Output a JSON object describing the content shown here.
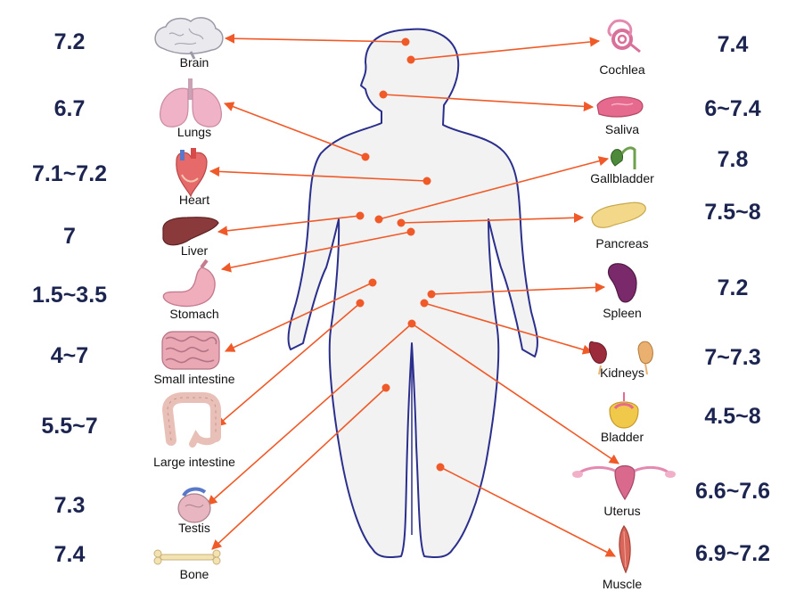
{
  "colors": {
    "body_fill": "#f2f2f2",
    "body_outline": "#2b2f8c",
    "arrow": "#f05a28",
    "value_text": "#1c2550"
  },
  "organs": [
    {
      "id": "brain",
      "label": "Brain",
      "ph": "7.2",
      "side": "left",
      "icon": "brain-icon"
    },
    {
      "id": "lungs",
      "label": "Lungs",
      "ph": "6.7",
      "side": "left",
      "icon": "lungs-icon"
    },
    {
      "id": "heart",
      "label": "Heart",
      "ph": "7.1~7.2",
      "side": "left",
      "icon": "heart-icon"
    },
    {
      "id": "liver",
      "label": "Liver",
      "ph": "7",
      "side": "left",
      "icon": "liver-icon"
    },
    {
      "id": "stomach",
      "label": "Stomach",
      "ph": "1.5~3.5",
      "side": "left",
      "icon": "stomach-icon"
    },
    {
      "id": "small-intestine",
      "label": "Small intestine",
      "ph": "4~7",
      "side": "left",
      "icon": "small-intestine-icon"
    },
    {
      "id": "large-intestine",
      "label": "Large intestine",
      "ph": "5.5~7",
      "side": "left",
      "icon": "large-intestine-icon"
    },
    {
      "id": "testis",
      "label": "Testis",
      "ph": "7.3",
      "side": "left",
      "icon": "testis-icon"
    },
    {
      "id": "bone",
      "label": "Bone",
      "ph": "7.4",
      "side": "left",
      "icon": "bone-icon"
    },
    {
      "id": "cochlea",
      "label": "Cochlea",
      "ph": "7.4",
      "side": "right",
      "icon": "cochlea-icon"
    },
    {
      "id": "saliva",
      "label": "Saliva",
      "ph": "6~7.4",
      "side": "right",
      "icon": "saliva-icon"
    },
    {
      "id": "gallbladder",
      "label": "Gallbladder",
      "ph": "7.8",
      "side": "right",
      "icon": "gallbladder-icon"
    },
    {
      "id": "pancreas",
      "label": "Pancreas",
      "ph": "7.5~8",
      "side": "right",
      "icon": "pancreas-icon"
    },
    {
      "id": "spleen",
      "label": "Spleen",
      "ph": "7.2",
      "side": "right",
      "icon": "spleen-icon"
    },
    {
      "id": "kidneys",
      "label": "Kidneys",
      "ph": "7~7.3",
      "side": "right",
      "icon": "kidneys-icon"
    },
    {
      "id": "bladder",
      "label": "Bladder",
      "ph": "4.5~8",
      "side": "right",
      "icon": "bladder-icon"
    },
    {
      "id": "uterus",
      "label": "Uterus",
      "ph": "6.6~7.6",
      "side": "right",
      "icon": "uterus-icon"
    },
    {
      "id": "muscle",
      "label": "Muscle",
      "ph": "6.9~7.2",
      "side": "right",
      "icon": "muscle-icon"
    }
  ]
}
